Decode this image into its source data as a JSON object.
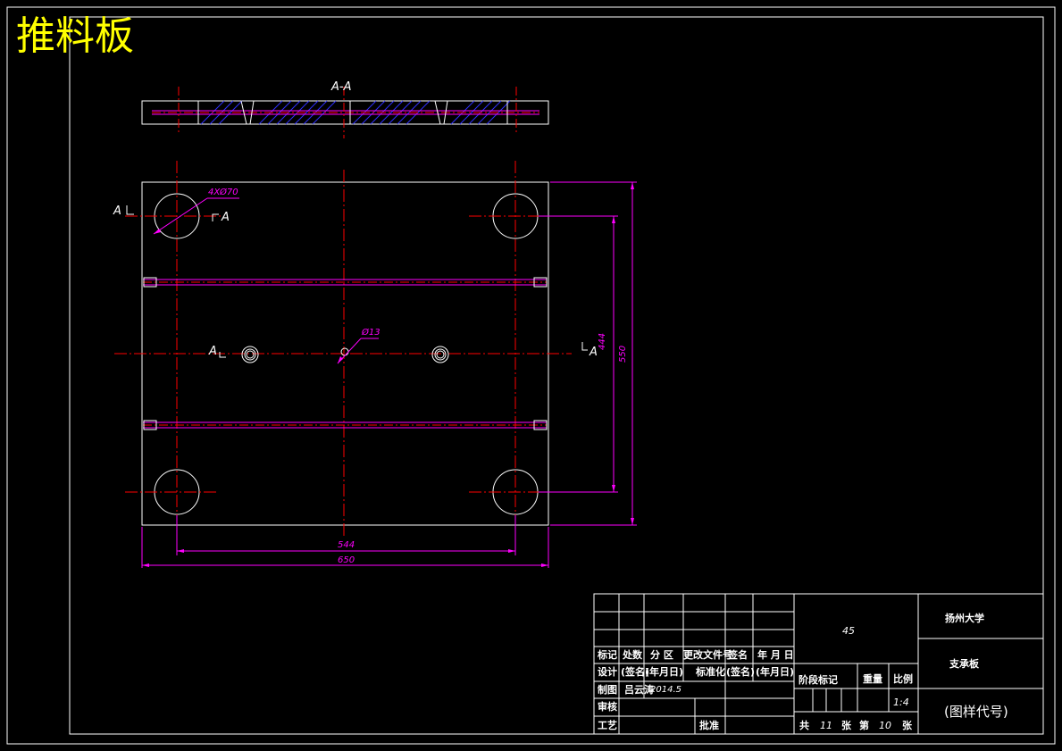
{
  "title": "推料板",
  "section_title": "A-A",
  "section_marks": {
    "left_top": "A",
    "right_top": "A",
    "left_mid": "A",
    "right_mid": "A"
  },
  "dimensions": {
    "holes": "4XØ70",
    "center_hole": "Ø13",
    "inner_width": "544",
    "outer_width": "650",
    "inner_height": "444",
    "outer_height": "550"
  },
  "title_block": {
    "material": "45",
    "org": "扬州大学",
    "part_name": "支承板",
    "drawing_code": "(图样代号)",
    "scale_label": "比例",
    "scale": "1:4",
    "weight_label": "重量",
    "stage_label": "阶段标记",
    "total_label": "共",
    "total_sheets": "11",
    "sheet_label": "张",
    "index_label": "第",
    "sheet_no": "10",
    "sheet_label2": "张",
    "header": [
      "标记",
      "处数",
      "分 区",
      "更改文件号",
      "签名",
      "年 月 日"
    ],
    "design_row": [
      "设计",
      "(签名)",
      "(年月日)",
      "标准化",
      "(签名)",
      "(年月日)"
    ],
    "draw_label": "制图",
    "drawer": "吕云涛",
    "date": "2014.5",
    "check_label": "审核",
    "process_label": "工艺",
    "approve_label": "批准"
  }
}
